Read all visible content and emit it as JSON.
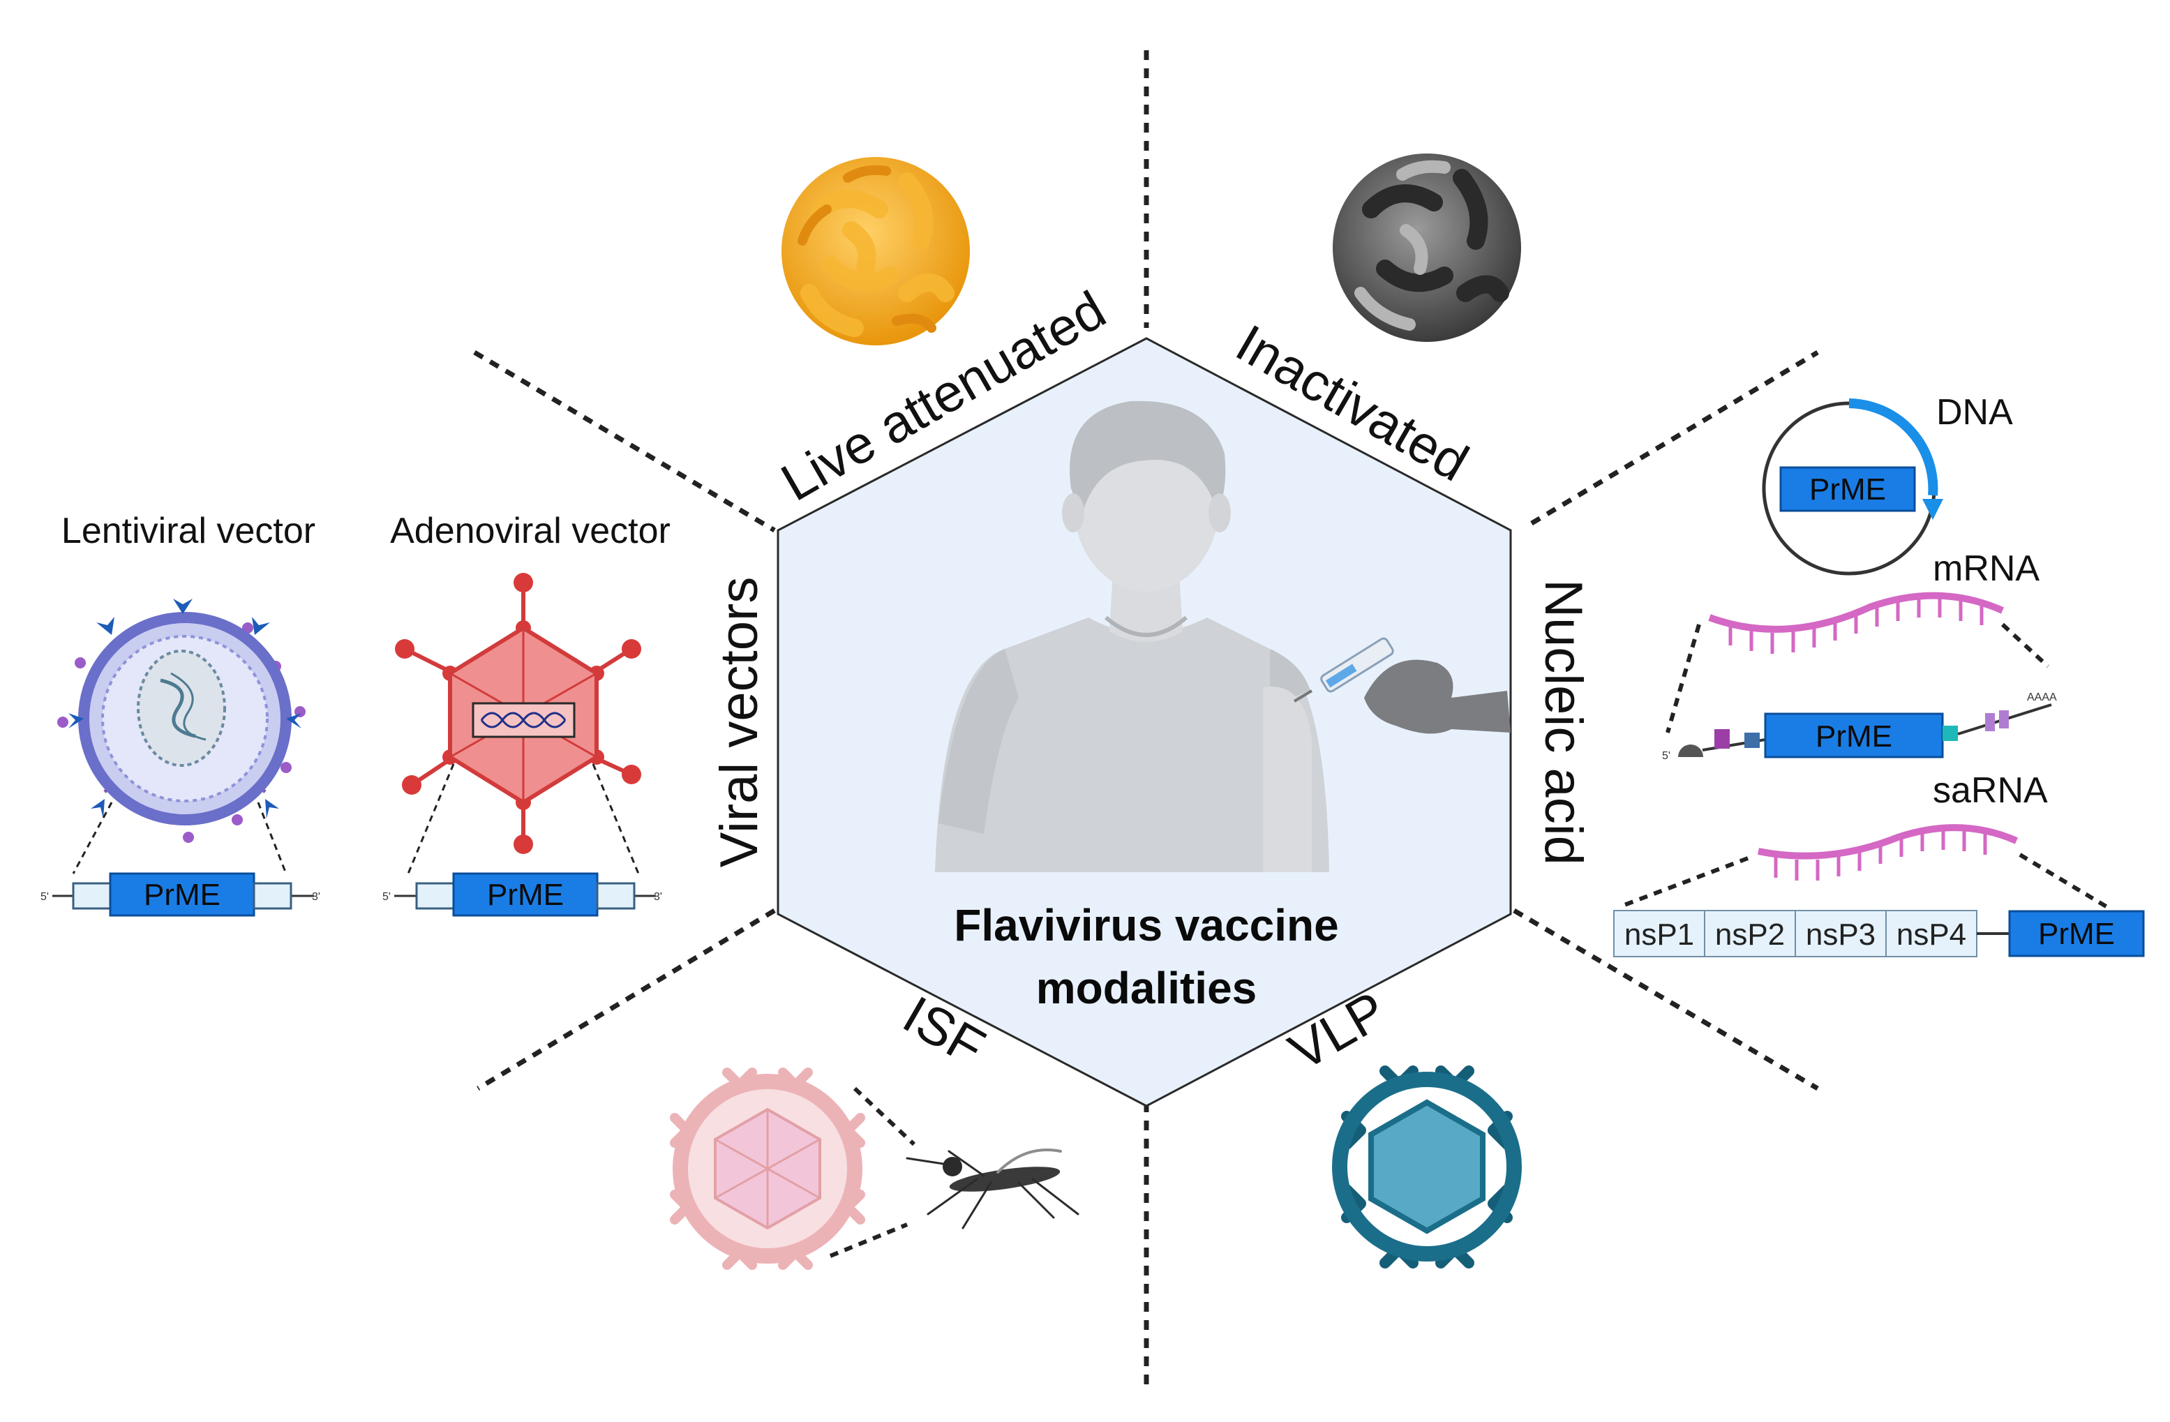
{
  "title": {
    "line1": "Flavivirus vaccine",
    "line2": "modalities"
  },
  "sectors": {
    "live_attenuated": "Live attenuated",
    "inactivated": "Inactivated",
    "nucleic_acid": "Nucleic acid",
    "vlp": "VLP",
    "isf": "ISF",
    "viral_vectors": "Viral vectors"
  },
  "viral_vectors": {
    "lentiviral_label": "Lentiviral vector",
    "adenoviral_label": "Adenoviral vector",
    "lenti_gene": "PrME",
    "adeno_gene": "PrME",
    "five_prime": "5'",
    "three_prime": "3'"
  },
  "nucleic_acid": {
    "dna_label": "DNA",
    "dna_gene": "PrME",
    "mrna_label": "mRNA",
    "mrna_gene": "PrME",
    "mrna_five_prime": "5'",
    "mrna_polya": "AAAA",
    "sarna_label": "saRNA",
    "sarna_segments": [
      "nsP1",
      "nsP2",
      "nsP3",
      "nsP4"
    ],
    "sarna_gene": "PrME"
  },
  "colors": {
    "gene_box": "#1a7de6",
    "hexagon_fill": "#e8f1fb",
    "live_attenuated_virus": "#f2a81c",
    "inactivated_virus": "#555555",
    "vlp": "#1e7f9c",
    "isf_virus": "#f2c1c4",
    "adenovirus": "#e85c5c",
    "lentivirus": "#6a6fc9",
    "mrna": "#d468c4",
    "dna_arrow": "#1a8fe8"
  },
  "icons": [
    "person-receiving-injection",
    "syringe-icon",
    "mosquito-icon",
    "dna-helix-icon"
  ]
}
